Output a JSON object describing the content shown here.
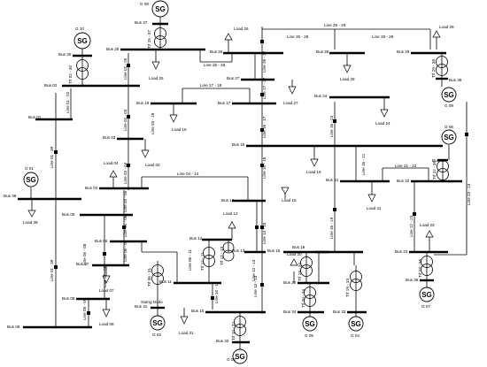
{
  "diagram": {
    "buses": {
      "b01": "Bus 01",
      "b02": "Bus 02",
      "b03": "Bus 03",
      "b04": "Bus 04",
      "b05": "Bus 05",
      "b06": "Bus 06",
      "b07": "Bus 07",
      "b08": "Bus 08",
      "b09": "Bus 09",
      "b10": "Bus 10",
      "b11": "Bus 11",
      "b12": "Bus 12",
      "b13": "Bus 13",
      "b14": "Bus 14",
      "b15": "Bus 15",
      "b16": "Bus 16",
      "b17": "Bus 17",
      "b18": "Bus 18",
      "b19": "Bus 19",
      "b20": "Bus 20",
      "b21": "Bus 21",
      "b22": "Bus 22",
      "b23": "Bus 23",
      "b24": "Bus 24",
      "b25": "Bus 25",
      "b26": "Bus 26",
      "b27": "Bus 27",
      "b28": "Bus 28",
      "b29": "Bus 29",
      "b30": "Bus 30",
      "b31": "Bus 31",
      "b32": "Bus 32",
      "b33": "Bus 33",
      "b34": "Bus 34",
      "b35": "Bus 35",
      "b36": "Bus 36",
      "b37": "Bus 37",
      "b38": "Bus 38",
      "b39": "Bus 39"
    },
    "generators": {
      "g01": "G 01",
      "g02": "G 02",
      "g03": "G 03",
      "g04": "G 04",
      "g05": "G 05",
      "g06": "G 06",
      "g07": "G 07",
      "g08": "G 08",
      "g09": "G 09",
      "g10": "G 10",
      "symbol": "SG"
    },
    "loads": {
      "l03": "Load 03",
      "l04": "Load 04",
      "l07": "Load 07",
      "l08": "Load 08",
      "l12": "Load 12",
      "l15": "Load 15",
      "l16": "Load 16",
      "l18": "Load 18",
      "l20": "Load 20",
      "l21": "Load 21",
      "l23": "Load 23",
      "l24": "Load 24",
      "l25": "Load 25",
      "l26": "Load 26",
      "l27": "Load 27",
      "l28": "Load 28",
      "l29": "Load 29",
      "l31": "Load 31",
      "l39": "Load 39"
    },
    "lines": {
      "l26_29": "Line 26 - 29",
      "l26_28": "Line 26 - 28",
      "l28_29": "Line 28 - 29",
      "l25_26": "Line 25 - 26",
      "l17_18": "Line 17 - 18",
      "l21_22": "Line 21 - 22",
      "l04_14": "Line 04 - 14",
      "l26_27": "Line 26 - 27",
      "l17_27": "Line 17 - 27",
      "l02_25": "Line 02 - 25",
      "l02_03": "Line 02 - 03",
      "l03_18": "Line 03 - 18",
      "l16_17": "Line 16 - 17",
      "l16_24": "Line 16 - 24",
      "l16_21": "Line 16 - 21",
      "l15_16": "Line 15 - 16",
      "l14_15": "Line 14 - 15",
      "l13_14": "Line 13 - 14",
      "l03_04": "Line 03 - 04",
      "l04_05": "Line 04 - 05",
      "l05_06": "Line 05 - 06",
      "l06_07": "Line 06 - 07",
      "l07_08": "Line 07 - 08",
      "l05_08": "Line 05 - 08",
      "l08_09": "Line 08 - 09",
      "l01_39": "Line 01 - 39",
      "l01_02": "Line 01 - 02",
      "l06_11": "Line 06 - 11",
      "l10_11": "Line 10 - 11",
      "l10_13": "Line 10 - 13",
      "l16_19": "Line 16 - 19",
      "l22_23": "Line 22 - 23",
      "l23_24": "Line 23 - 24"
    },
    "transformers": {
      "t02_30": "Trf 02 - 30",
      "t29_38": "Trf 29 - 38",
      "t25_37": "Trf 25 - 37",
      "t22_35": "Trf 22 - 35",
      "t06_31": "Trf 06 - 31",
      "t12_11": "Trf 12 - 11",
      "t12_13": "Trf 12 - 13",
      "t19_20": "Trf 19 - 20",
      "t20_34": "Trf 20 - 34",
      "t19_33": "Trf 19 - 33",
      "t23_36": "Trf 23 - 36",
      "t10_32": "Trf 10 - 32"
    },
    "misc": {
      "swing": "Swing Node"
    }
  }
}
